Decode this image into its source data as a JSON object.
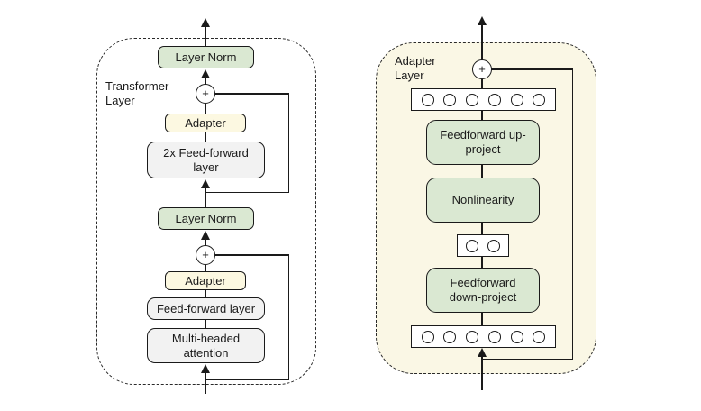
{
  "figure": {
    "type": "architecture-diagram",
    "description": "Adapter modules inserted into a Transformer layer (left) and internal structure of the Adapter layer (right)"
  },
  "colors": {
    "green_box": "#dae8d2",
    "yellow_box": "#fcf8e1",
    "gray_box": "#f2f2f2",
    "cream_panel": "#faf7e5",
    "line": "#1a1a1a",
    "background": "#ffffff"
  },
  "left_panel": {
    "label": "Transformer Layer",
    "layer_norm_top": "Layer Norm",
    "plus_top": "+",
    "adapter_top": "Adapter",
    "feedforward_2x": "2x Feed-forward layer",
    "layer_norm_bottom": "Layer Norm",
    "plus_bottom": "+",
    "adapter_bottom": "Adapter",
    "feedforward": "Feed-forward layer",
    "multi_headed_attention": "Multi-headed attention"
  },
  "right_panel": {
    "label": "Adapter Layer",
    "plus": "+",
    "feedforward_up_project": "Feedforward up-project",
    "nonlinearity": "Nonlinearity",
    "feedforward_down_project": "Feedforward down-project",
    "output_vector_circles": 6,
    "bottleneck_circles": 2,
    "input_vector_circles": 6
  }
}
